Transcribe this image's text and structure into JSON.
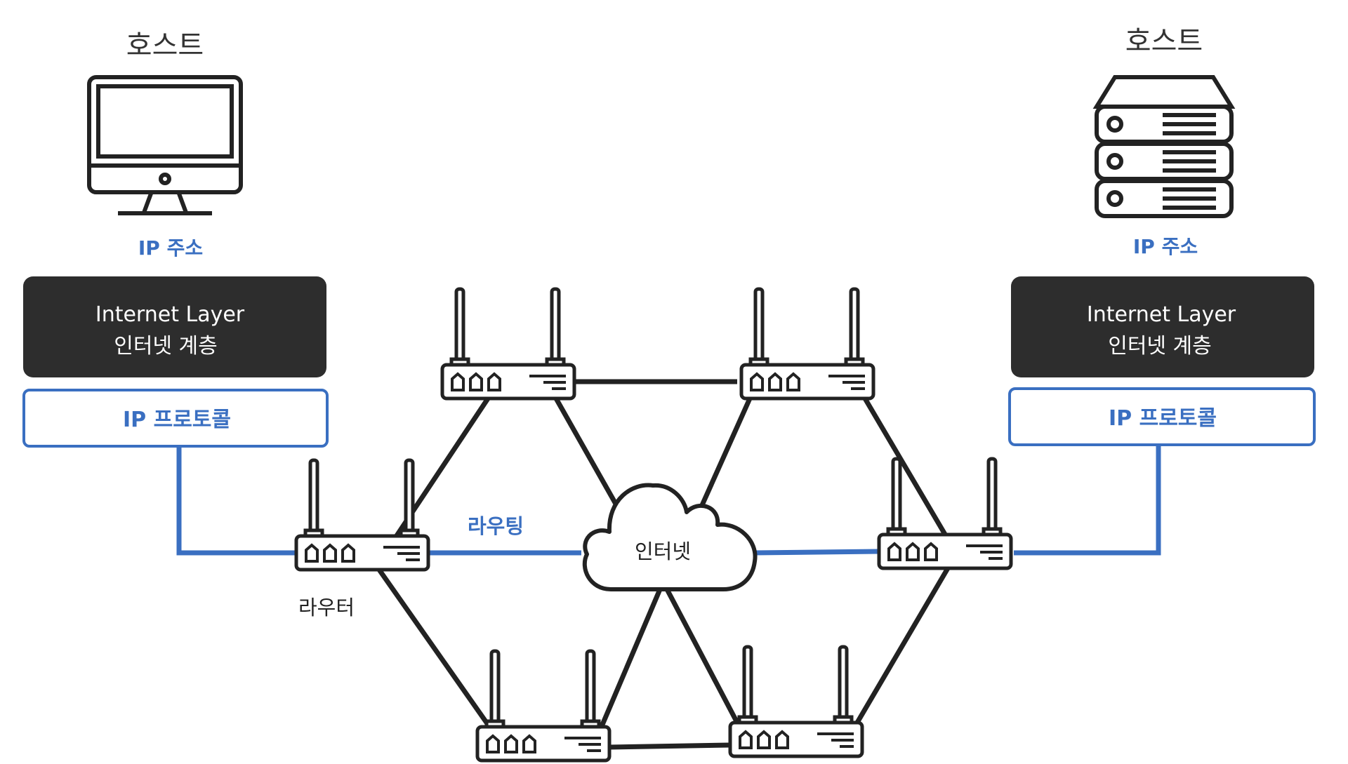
{
  "colors": {
    "accent": "#3a6fc1",
    "dark": "#2d2d2d",
    "line": "#222222"
  },
  "hosts": {
    "left": {
      "title": "호스트",
      "ip_label": "IP 주소",
      "layer_line1": "Internet Layer",
      "layer_line2": "인터넷 계층",
      "protocol": "IP 프로토콜",
      "icon": "monitor-icon"
    },
    "right": {
      "title": "호스트",
      "ip_label": "IP 주소",
      "layer_line1": "Internet Layer",
      "layer_line2": "인터넷 계층",
      "protocol": "IP 프로토콜",
      "icon": "server-icon"
    }
  },
  "network": {
    "routing_label": "라우팅",
    "router_label": "라우터",
    "cloud_label": "인터넷",
    "router_icon": "router-icon",
    "cloud_icon": "cloud-icon"
  }
}
